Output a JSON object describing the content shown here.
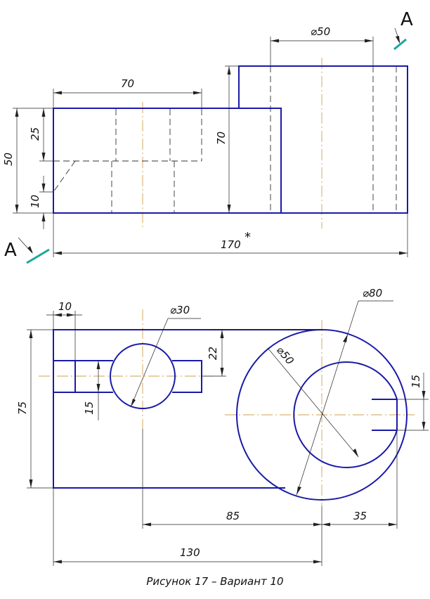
{
  "colors": {
    "visible_line": "#1a1aa8",
    "hidden_line": "#333333",
    "center_line": "#d2a24c",
    "section_mark": "#1aa79a",
    "dimension": "#222222"
  },
  "section": {
    "label_top": "A",
    "label_left": "A"
  },
  "front_view": {
    "dim_d50": "⌀50",
    "dim_70_top": "70",
    "dim_70_vert": "70",
    "dim_50": "50",
    "dim_25": "25",
    "dim_10": "10",
    "dim_170": "170",
    "asterisk": "*"
  },
  "top_view": {
    "dim_10": "10",
    "dim_d30": "⌀30",
    "dim_22": "22",
    "dim_d80": "⌀80",
    "dim_d50": "⌀50",
    "dim_15_right": "15",
    "dim_75": "75",
    "dim_15_left": "15",
    "dim_85": "85",
    "dim_35": "35",
    "dim_130": "130"
  },
  "caption": "Рисунок 17 – Вариант 10"
}
